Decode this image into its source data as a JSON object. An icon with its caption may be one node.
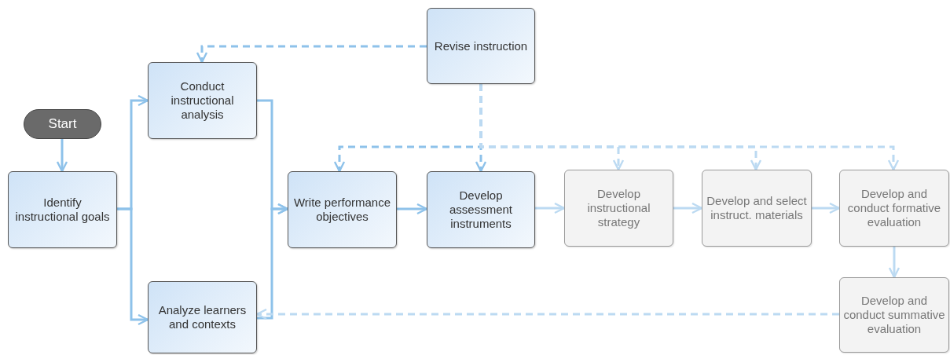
{
  "diagram": {
    "nodes": [
      {
        "text": [
          "Start"
        ]
      },
      {
        "text": [
          "Identify instructional goals"
        ]
      },
      {
        "text": [
          "Conduct instructional analysis"
        ]
      },
      {
        "text": [
          "Analyze learners and contexts"
        ]
      },
      {
        "text": [
          "Write performance objectives"
        ]
      },
      {
        "text": [
          "Develop assessment instruments"
        ]
      },
      {
        "text": [
          "Develop instructional strategy"
        ]
      },
      {
        "text": [
          "Develop and select instruct. materials"
        ]
      },
      {
        "text": [
          "Develop and conduct formative evaluation"
        ]
      },
      {
        "text": [
          "Develop and conduct summative evaluation"
        ]
      },
      {
        "text": [
          "Revise instruction"
        ]
      }
    ],
    "edges": [
      {
        "from": 0,
        "to": 1,
        "arrow": "to"
      },
      {
        "from": 1,
        "to": 2,
        "arrow": "to"
      },
      {
        "from": 1,
        "to": 3,
        "arrow": "to"
      },
      {
        "from": 2,
        "to": 4,
        "arrow": "to"
      },
      {
        "from": 3,
        "to": 4,
        "arrow": "to"
      },
      {
        "from": 4,
        "to": 5,
        "arrow": "to"
      },
      {
        "from": 5,
        "to": 6,
        "arrow": "to",
        "color": "#bcdaf2"
      },
      {
        "from": 6,
        "to": 7,
        "arrow": "to",
        "color": "#bcdaf2"
      },
      {
        "from": 7,
        "to": 8,
        "arrow": "to",
        "color": "#bcdaf2"
      },
      {
        "from": 8,
        "to": 9,
        "arrow": "to",
        "color": "#bcdaf2"
      },
      {
        "from": 10,
        "to": 2,
        "arrow": "to",
        "style": "dashed"
      },
      {
        "from": 10,
        "to": 4,
        "arrow": "to",
        "style": "dashed"
      },
      {
        "from": 10,
        "to": 5,
        "arrow": "to",
        "style": "dashed"
      },
      {
        "from": 10,
        "to": 6,
        "arrow": "to",
        "style": "dashed",
        "color": "#bcdaf2"
      },
      {
        "from": 10,
        "to": 7,
        "arrow": "to",
        "style": "dashed",
        "color": "#bcdaf2"
      },
      {
        "from": 10,
        "to": 8,
        "arrow": "to",
        "style": "dashed",
        "color": "#bcdaf2"
      },
      {
        "from": 9,
        "to": 3,
        "arrow": "to",
        "style": "dashed",
        "color": "#bcdaf2"
      }
    ]
  }
}
